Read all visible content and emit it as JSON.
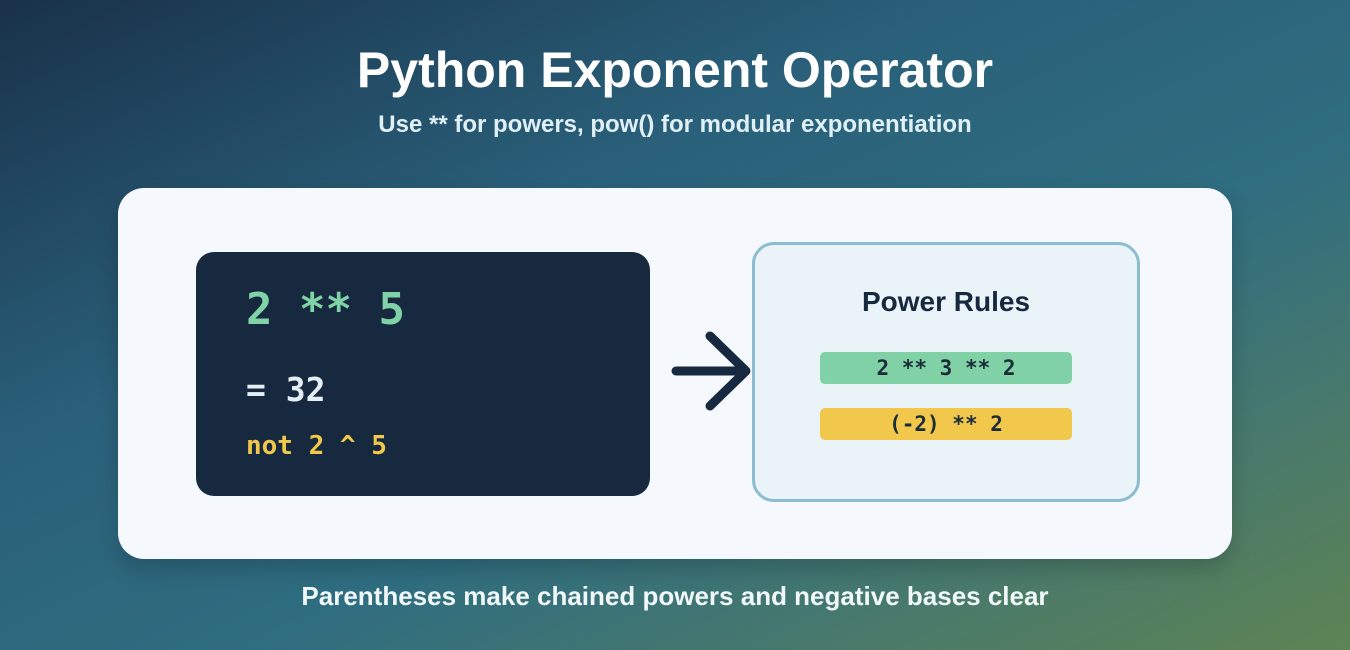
{
  "header": {
    "title": "Python Exponent Operator",
    "subtitle": "Use ** for powers, pow() for modular exponentiation"
  },
  "code_panel": {
    "expression": "2 ** 5",
    "result": "= 32",
    "warning": "not 2 ^ 5"
  },
  "rules_panel": {
    "title": "Power Rules",
    "rules": [
      "2 ** 3 ** 2",
      "(-2) ** 2"
    ]
  },
  "footer": {
    "note": "Parentheses make chained powers and negative bases clear"
  },
  "colors": {
    "code_background": "#17293e",
    "expression": "#7fd3a6",
    "warning": "#f1c84b",
    "rule_green": "#80d2a6",
    "rule_yellow": "#f1c84b",
    "card_background": "#f5f9fd",
    "rules_border": "#8cbcd0",
    "arrow": "#17293e"
  },
  "icons": {
    "arrow": "arrow-right-icon"
  }
}
